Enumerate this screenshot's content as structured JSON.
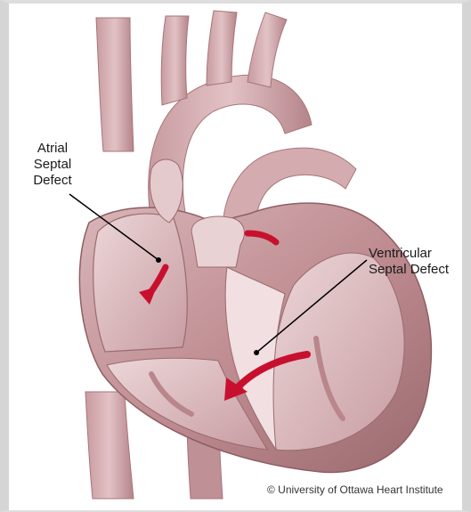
{
  "labels": {
    "atrial": "Atrial\nSeptal\nDefect",
    "ventricular": "Ventricular\nSeptal Defect"
  },
  "credit": "© University of Ottawa Heart Institute",
  "colors": {
    "heart_outer": "#b9878c",
    "heart_mid": "#cfa4a8",
    "heart_light": "#e7cfd1",
    "heart_dark": "#8f5e63",
    "arrow": "#c8102e",
    "leader_line": "#000000"
  }
}
